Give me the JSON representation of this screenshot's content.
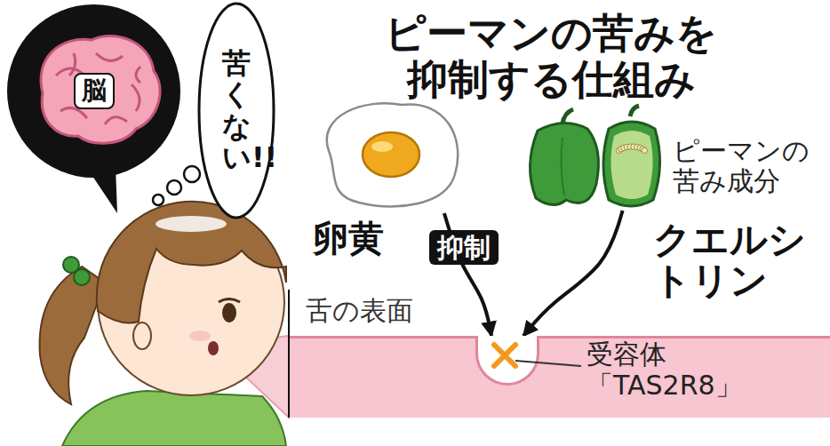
{
  "diagram": {
    "title": "ピーマンの苦みを 抑制する仕組み",
    "nodes": [
      {
        "text": [
          "脳"
        ]
      },
      {
        "text": [
          "苦くない!!"
        ]
      },
      {
        "text": [
          "卵黄"
        ]
      },
      {
        "text": [
          "ピーマンの苦み成分",
          "クエルシトリン"
        ]
      },
      {
        "text": [
          "舌の表面"
        ]
      },
      {
        "text": [
          "受容体 「TAS2R8」"
        ],
        "in": 4
      }
    ],
    "edges": [
      {
        "from": 2,
        "to": 5,
        "label": "抑制",
        "arrow": "to"
      },
      {
        "from": 3,
        "to": 5,
        "arrow": "to"
      }
    ]
  }
}
